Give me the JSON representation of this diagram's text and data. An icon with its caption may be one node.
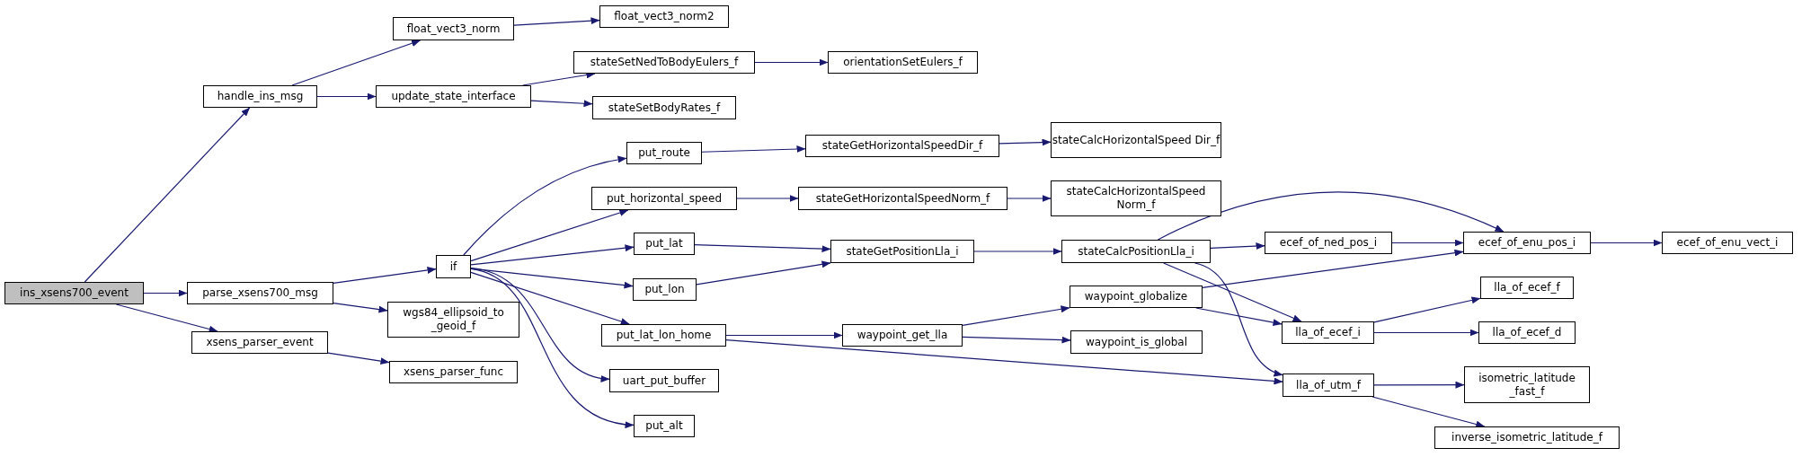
{
  "diagram": {
    "nodes": [
      {
        "text": [
          "ins_xsens700_event"
        ]
      },
      {
        "text": [
          "handle_ins_msg"
        ]
      },
      {
        "text": [
          "parse_xsens700_msg"
        ]
      },
      {
        "text": [
          "xsens_parser_event"
        ]
      },
      {
        "text": [
          "float_vect3_norm"
        ]
      },
      {
        "text": [
          "update_state_interface"
        ]
      },
      {
        "text": [
          "if"
        ]
      },
      {
        "text": [
          "wgs84_ellipsoid_to _geoid_f"
        ]
      },
      {
        "text": [
          "xsens_parser_func"
        ]
      },
      {
        "text": [
          "float_vect3_norm2"
        ]
      },
      {
        "text": [
          "stateSetNedToBodyEulers_f"
        ]
      },
      {
        "text": [
          "stateSetBodyRates_f"
        ]
      },
      {
        "text": [
          "put_route"
        ]
      },
      {
        "text": [
          "put_horizontal_speed"
        ]
      },
      {
        "text": [
          "put_lat"
        ]
      },
      {
        "text": [
          "put_lon"
        ]
      },
      {
        "text": [
          "put_lat_lon_home"
        ]
      },
      {
        "text": [
          "uart_put_buffer"
        ]
      },
      {
        "text": [
          "put_alt"
        ]
      },
      {
        "text": [
          "orientationSetEulers_f"
        ]
      },
      {
        "text": [
          "stateGetHorizontalSpeedDir_f"
        ]
      },
      {
        "text": [
          "stateGetHorizontalSpeedNorm_f"
        ]
      },
      {
        "text": [
          "stateGetPositionLla_i"
        ]
      },
      {
        "text": [
          "waypoint_get_lla"
        ]
      },
      {
        "text": [
          "stateCalcHorizontalSpeed Dir_f"
        ]
      },
      {
        "text": [
          "stateCalcHorizontalSpeed Norm_f"
        ]
      },
      {
        "text": [
          "stateCalcPositionLla_i"
        ]
      },
      {
        "text": [
          "waypoint_globalize"
        ]
      },
      {
        "text": [
          "waypoint_is_global"
        ]
      },
      {
        "text": [
          "ecef_of_ned_pos_i"
        ]
      },
      {
        "text": [
          "lla_of_ecef_i"
        ]
      },
      {
        "text": [
          "lla_of_utm_f"
        ]
      },
      {
        "text": [
          "ecef_of_enu_pos_i"
        ]
      },
      {
        "text": [
          "lla_of_ecef_f"
        ]
      },
      {
        "text": [
          "lla_of_ecef_d"
        ]
      },
      {
        "text": [
          "isometric_latitude _fast_f"
        ]
      },
      {
        "text": [
          "inverse_isometric_latitude_f"
        ]
      },
      {
        "text": [
          "ecef_of_enu_vect_i"
        ]
      }
    ],
    "edges": [
      {
        "from": 0,
        "to": 1,
        "arrow": "to"
      },
      {
        "from": 0,
        "to": 2,
        "arrow": "to"
      },
      {
        "from": 0,
        "to": 3,
        "arrow": "to"
      },
      {
        "from": 1,
        "to": 4,
        "arrow": "to"
      },
      {
        "from": 1,
        "to": 5,
        "arrow": "to"
      },
      {
        "from": 4,
        "to": 9,
        "arrow": "to"
      },
      {
        "from": 5,
        "to": 10,
        "arrow": "to"
      },
      {
        "from": 5,
        "to": 11,
        "arrow": "to"
      },
      {
        "from": 10,
        "to": 19,
        "arrow": "to"
      },
      {
        "from": 2,
        "to": 6,
        "arrow": "to"
      },
      {
        "from": 2,
        "to": 7,
        "arrow": "to"
      },
      {
        "from": 3,
        "to": 8,
        "arrow": "to"
      },
      {
        "from": 6,
        "to": 12,
        "arrow": "to"
      },
      {
        "from": 6,
        "to": 13,
        "arrow": "to"
      },
      {
        "from": 6,
        "to": 14,
        "arrow": "to"
      },
      {
        "from": 6,
        "to": 15,
        "arrow": "to"
      },
      {
        "from": 6,
        "to": 16,
        "arrow": "to"
      },
      {
        "from": 6,
        "to": 17,
        "arrow": "to"
      },
      {
        "from": 6,
        "to": 18,
        "arrow": "to"
      },
      {
        "from": 12,
        "to": 20,
        "arrow": "to"
      },
      {
        "from": 13,
        "to": 21,
        "arrow": "to"
      },
      {
        "from": 14,
        "to": 22,
        "arrow": "to"
      },
      {
        "from": 15,
        "to": 22,
        "arrow": "to"
      },
      {
        "from": 16,
        "to": 23,
        "arrow": "to"
      },
      {
        "from": 16,
        "to": 31,
        "arrow": "to"
      },
      {
        "from": 20,
        "to": 24,
        "arrow": "to"
      },
      {
        "from": 21,
        "to": 25,
        "arrow": "to"
      },
      {
        "from": 22,
        "to": 26,
        "arrow": "to"
      },
      {
        "from": 23,
        "to": 27,
        "arrow": "to"
      },
      {
        "from": 23,
        "to": 28,
        "arrow": "to"
      },
      {
        "from": 26,
        "to": 32,
        "arrow": "to"
      },
      {
        "from": 26,
        "to": 29,
        "arrow": "to"
      },
      {
        "from": 26,
        "to": 30,
        "arrow": "to"
      },
      {
        "from": 26,
        "to": 31,
        "arrow": "to"
      },
      {
        "from": 27,
        "to": 32,
        "arrow": "to"
      },
      {
        "from": 27,
        "to": 30,
        "arrow": "to"
      },
      {
        "from": 29,
        "to": 32,
        "arrow": "to"
      },
      {
        "from": 32,
        "to": 37,
        "arrow": "to"
      },
      {
        "from": 30,
        "to": 33,
        "arrow": "to"
      },
      {
        "from": 30,
        "to": 34,
        "arrow": "to"
      },
      {
        "from": 31,
        "to": 35,
        "arrow": "to"
      },
      {
        "from": 31,
        "to": 36,
        "arrow": "to"
      }
    ]
  }
}
